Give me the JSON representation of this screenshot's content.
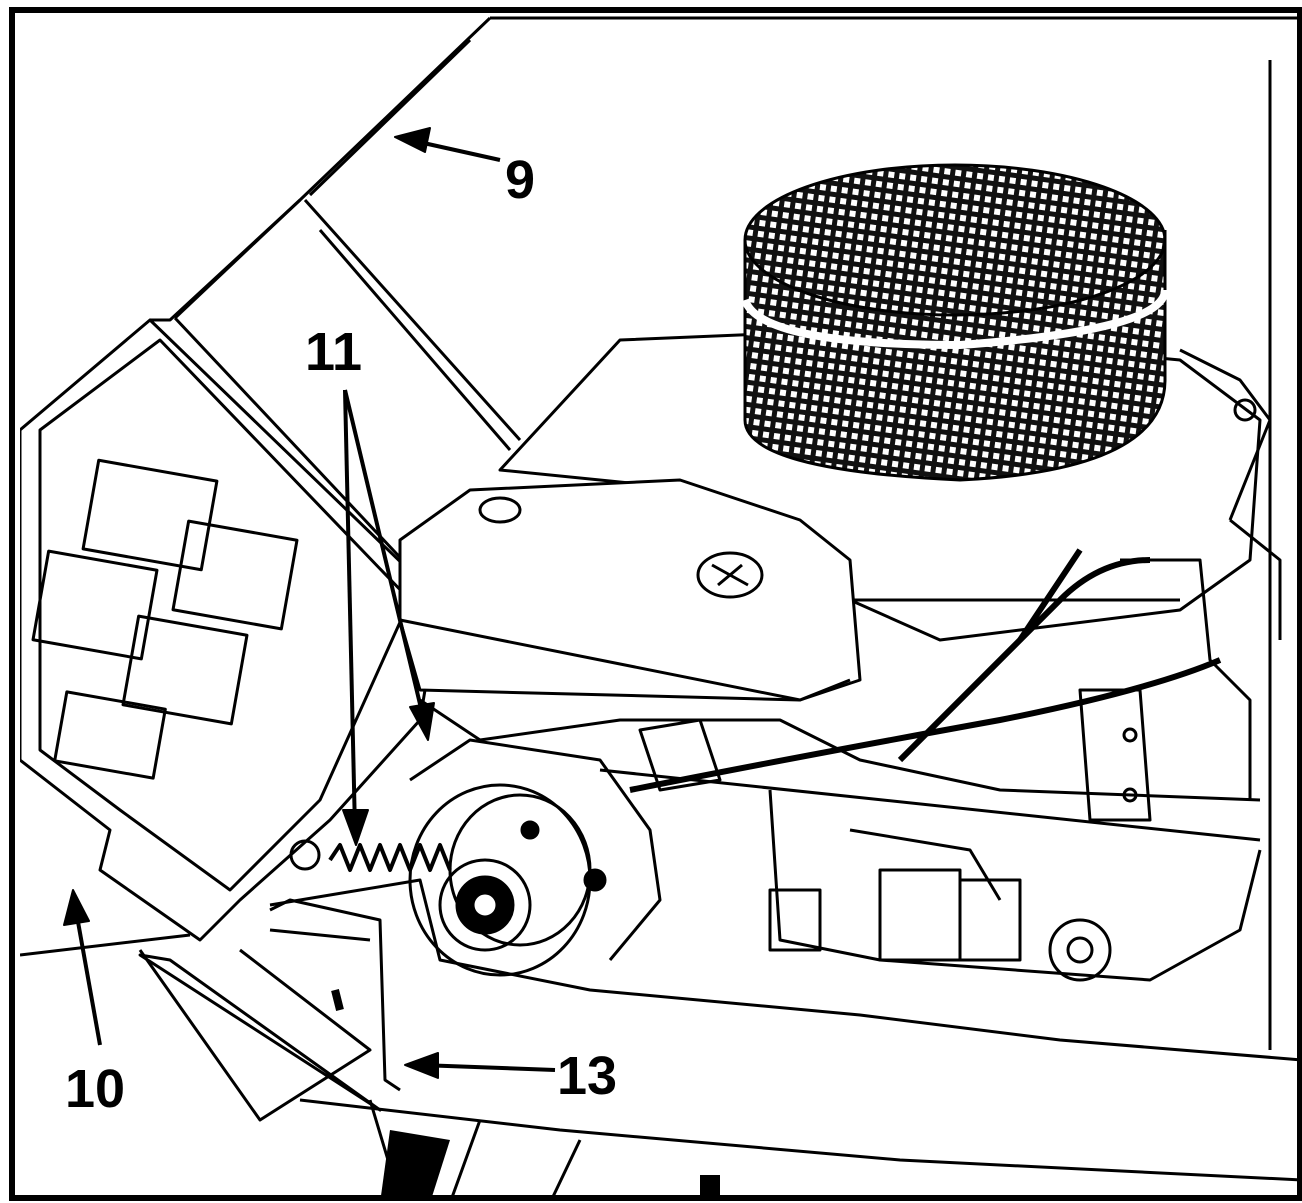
{
  "callouts": {
    "c9": "9",
    "c10": "10",
    "c11": "11",
    "c13": "13"
  }
}
